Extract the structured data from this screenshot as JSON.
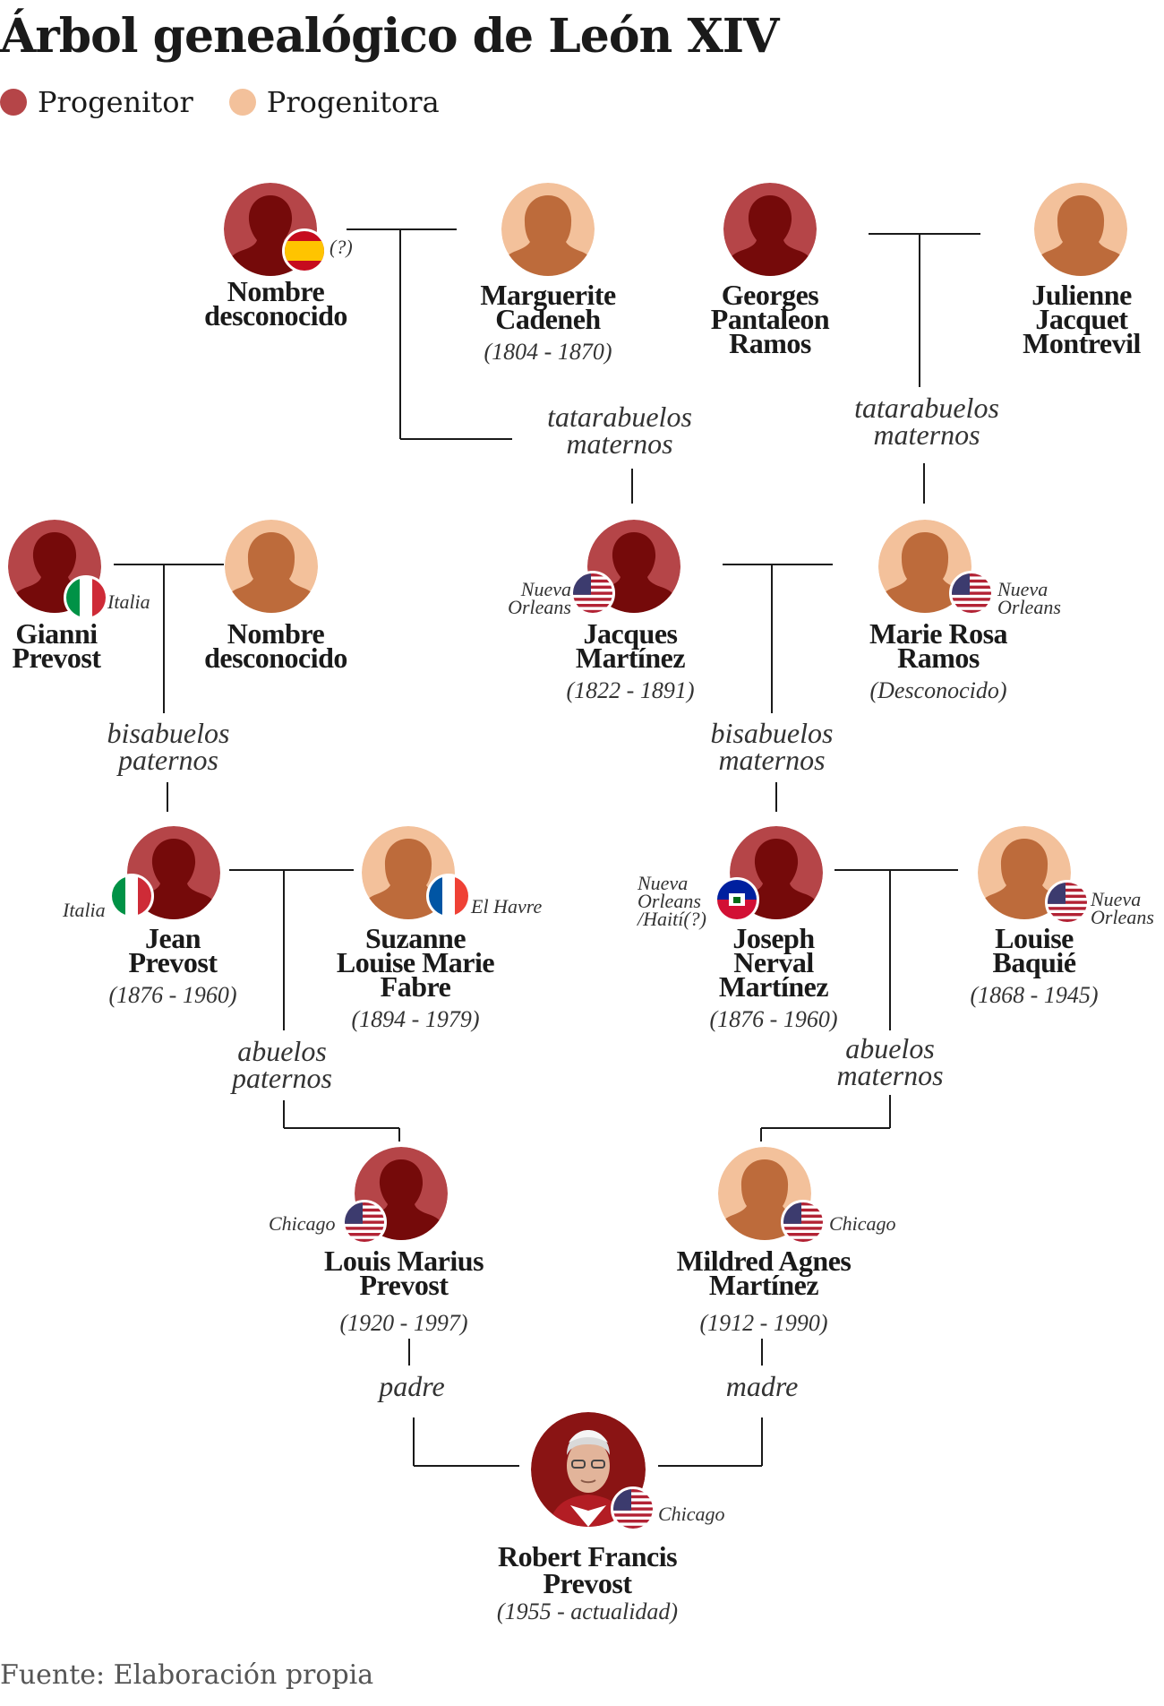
{
  "title": "Árbol genealógico de León XIV",
  "legend": {
    "father_label": "Progenitor",
    "mother_label": "Progenitora",
    "father_color": "#b54548",
    "mother_color": "#f3c19b"
  },
  "colors": {
    "father_bg": "#b54548",
    "father_silhouette": "#750a0a",
    "mother_bg": "#f3c19b",
    "mother_silhouette": "#bd6b3b",
    "line": "#1a1a1a"
  },
  "relations": {
    "tatarabuelos_left": "tatarabuelos\nmaternos",
    "tatarabuelos_right": "tatarabuelos\nmaternos",
    "bisabuelos_paternos": "bisabuelos\npaternos",
    "bisabuelos_maternos": "bisabuelos\nmaternos",
    "abuelos_paternos": "abuelos\npaternos",
    "abuelos_maternos": "abuelos\nmaternos",
    "padre": "padre",
    "madre": "madre"
  },
  "people": {
    "unknown_spain": {
      "name": "Nombre\ndesconocido",
      "place": "(?)",
      "flag": "spain-flag-icon"
    },
    "marguerite": {
      "name": "Marguerite\nCadeneh",
      "dates": "(1804 - 1870)"
    },
    "georges": {
      "name": "Georges\nPantaleon\nRamos"
    },
    "julienne": {
      "name": "Julienne\nJacquet\nMontrevil"
    },
    "gianni": {
      "name": "Gianni\nPrevost",
      "place": "Italia",
      "flag": "italy-flag-icon"
    },
    "unknown_gianni_wife": {
      "name": "Nombre\ndesconocido"
    },
    "jacques": {
      "name": "Jacques\nMartínez",
      "dates": "(1822 - 1891)",
      "place": "Nueva\nOrleans",
      "flag": "usa-flag-icon"
    },
    "marie_rosa": {
      "name": "Marie Rosa\nRamos",
      "dates": "(Desconocido)",
      "place": "Nueva\nOrleans",
      "flag": "usa-flag-icon"
    },
    "jean": {
      "name": "Jean\nPrevost",
      "dates": "(1876 - 1960)",
      "place": "Italia",
      "flag": "italy-flag-icon"
    },
    "suzanne": {
      "name": "Suzanne\nLouise Marie\nFabre",
      "dates": "(1894 - 1979)",
      "place": "El Havre",
      "flag": "france-flag-icon"
    },
    "joseph": {
      "name": "Joseph\nNerval\nMartínez",
      "dates": "(1876 - 1960)",
      "place": "Nueva\nOrleans\n/Haití(?)",
      "flag": "haiti-flag-icon"
    },
    "louise": {
      "name": "Louise\nBaquié",
      "dates": "(1868 - 1945)",
      "place": "Nueva\nOrleans",
      "flag": "usa-flag-icon"
    },
    "louis": {
      "name": "Louis Marius\nPrevost",
      "dates": "(1920 - 1997)",
      "place": "Chicago",
      "flag": "usa-flag-icon"
    },
    "mildred": {
      "name": "Mildred Agnes\nMartínez",
      "dates": "(1912 - 1990)",
      "place": "Chicago",
      "flag": "usa-flag-icon"
    },
    "robert": {
      "name": "Robert Francis\nPrevost",
      "dates": "(1955 - actualidad)",
      "place": "Chicago",
      "flag": "usa-flag-icon"
    }
  },
  "source": "Fuente: Elaboración propia"
}
